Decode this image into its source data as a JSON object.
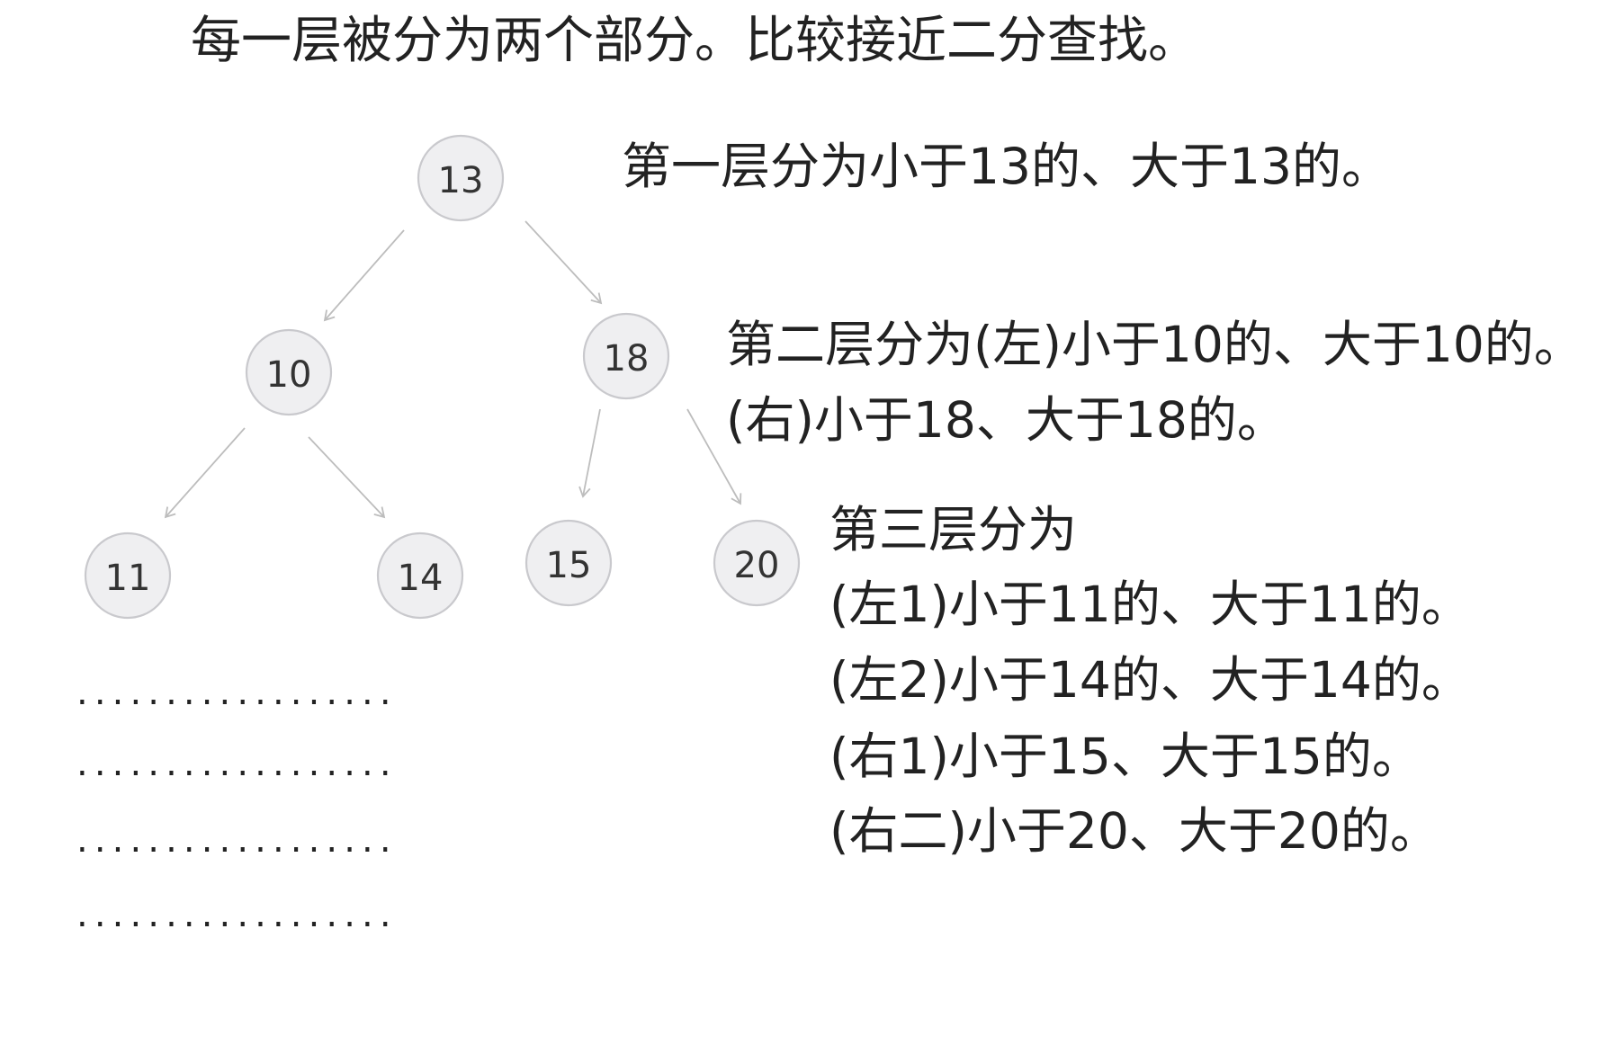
{
  "title": "每一层被分为两个部分。比较接近二分查找。",
  "tree": {
    "root": "13",
    "level2_left": "10",
    "level2_right": "18",
    "level3": [
      "11",
      "14",
      "15",
      "20"
    ]
  },
  "notes": {
    "level1": "第一层分为小于13的、大于13的。",
    "level2_line1": "第二层分为(左)小于10的、大于10的。",
    "level2_line2": "(右)小于18、大于18的。",
    "level3_heading": "第三层分为",
    "level3_lines": [
      "(左1)小于11的、大于11的。",
      "(左2)小于14的、大于14的。",
      "(右1)小于15、大于15的。",
      "(右二)小于20、大于20的。"
    ]
  },
  "ellipsis_rows": [
    "..................",
    "..................",
    "..................",
    ".................."
  ],
  "colors": {
    "text": "#222222",
    "node_fill": "#efeff1",
    "node_stroke": "#c9c9cd",
    "edge": "#bdbdbd"
  }
}
